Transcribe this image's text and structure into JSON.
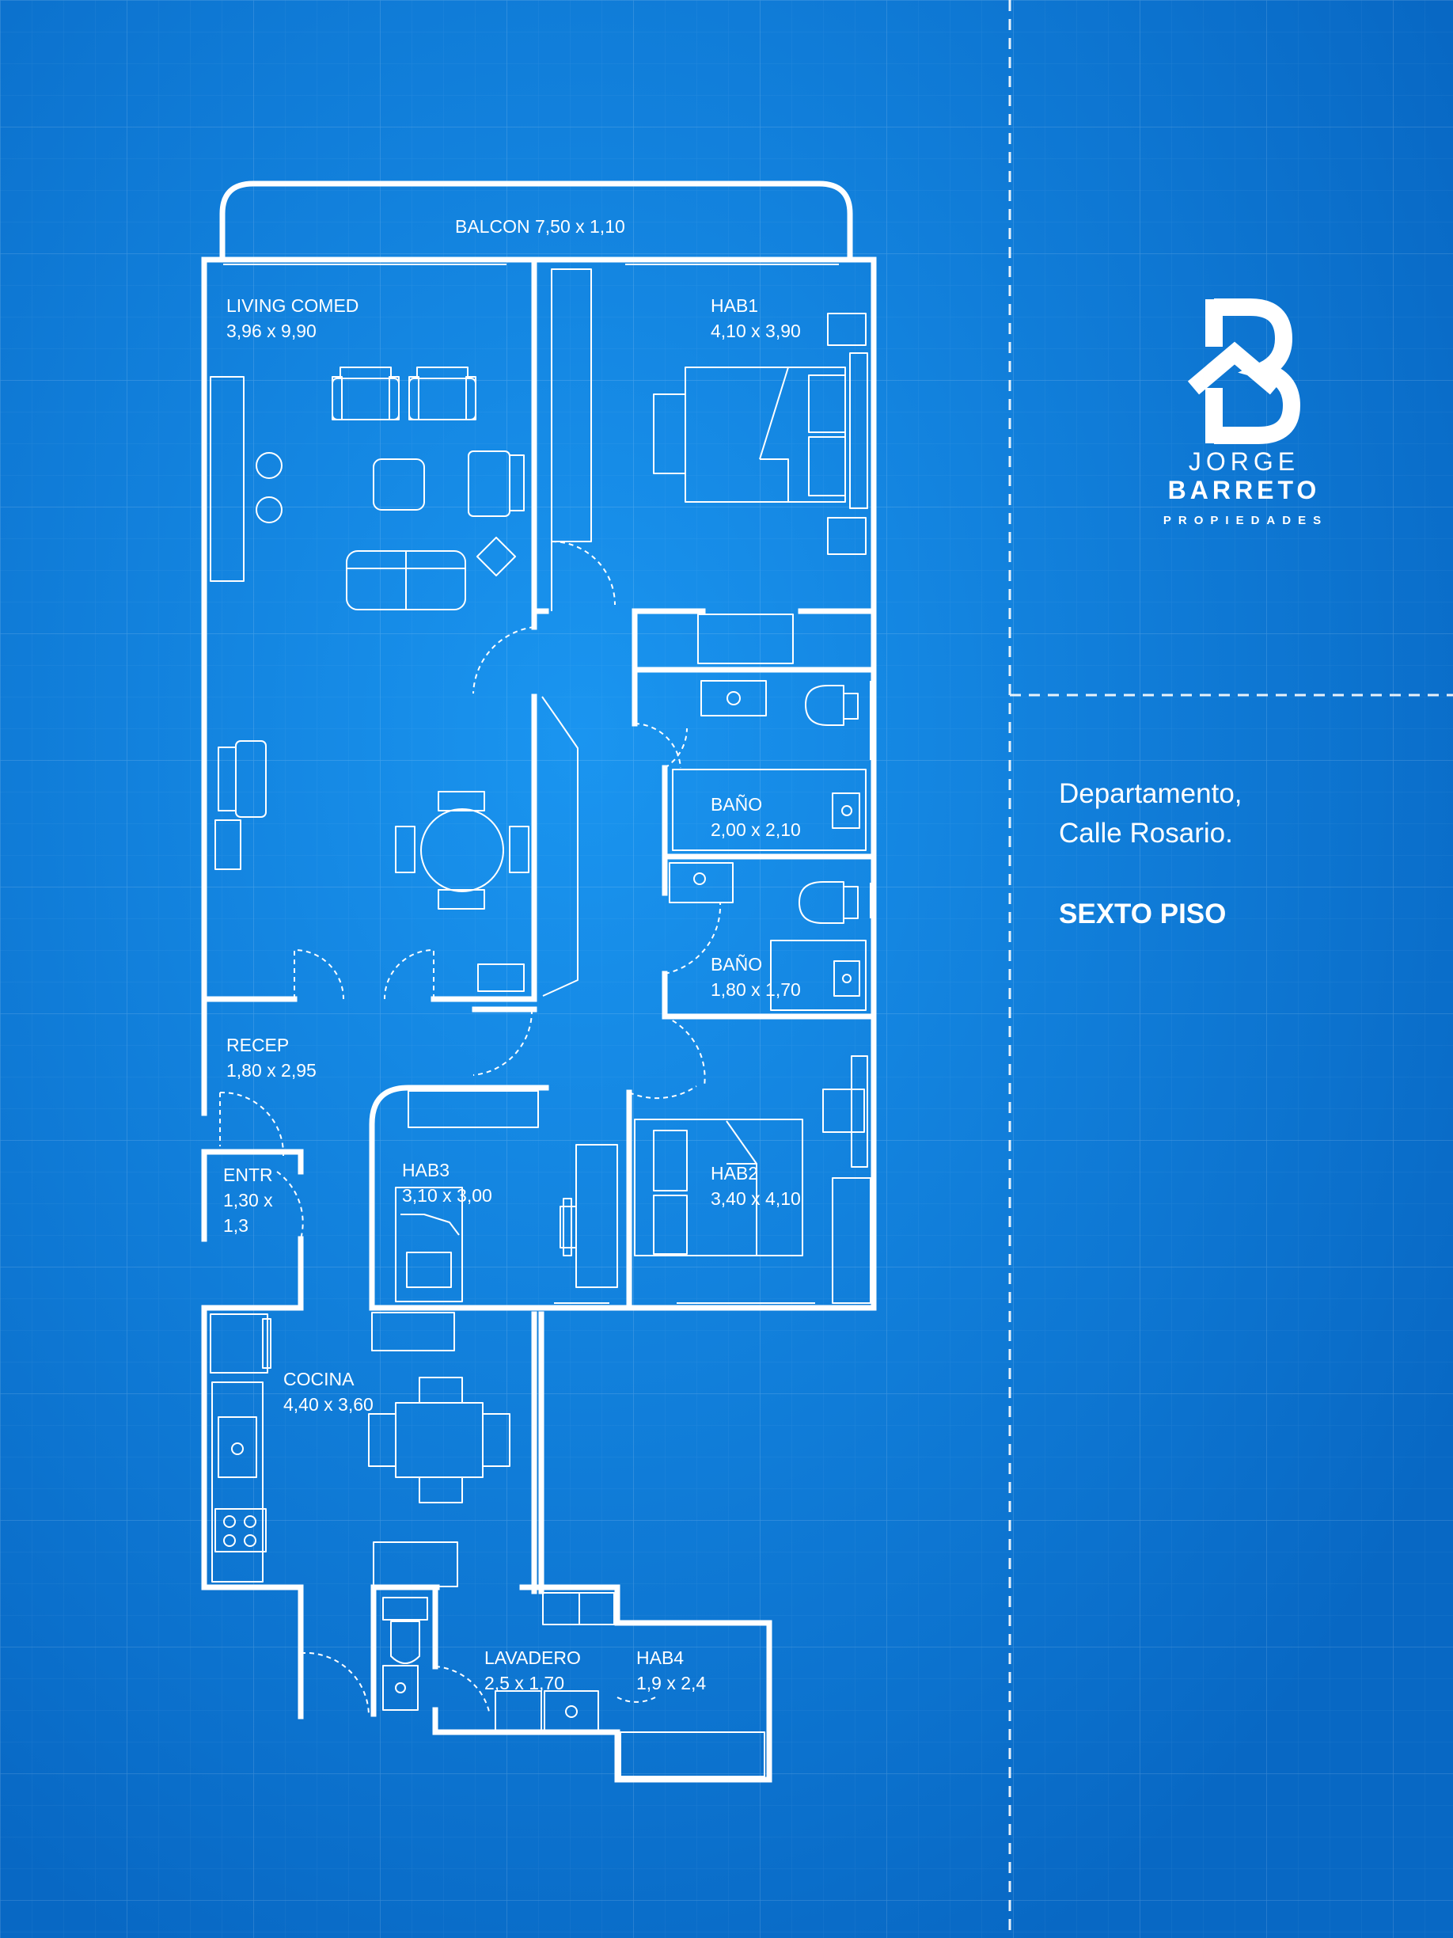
{
  "rooms": {
    "balcon": "BALCON 7,50 x 1,10",
    "living": {
      "name": "LIVING COMED",
      "size": "3,96 x 9,90"
    },
    "hab1": {
      "name": "HAB1",
      "size": "4,10 x 3,90"
    },
    "bano1": {
      "name": "BAÑO",
      "size": "2,00 x 2,10"
    },
    "bano2": {
      "name": "BAÑO",
      "size": "1,80 x 1,70"
    },
    "recep": {
      "name": "RECEP",
      "size": "1,80 x 2,95"
    },
    "entr": {
      "name": "ENTR",
      "size_line1": "1,30 x",
      "size_line2": "1,3"
    },
    "hab3": {
      "name": "HAB3",
      "size": "3,10 x 3,00"
    },
    "hab2": {
      "name": "HAB2",
      "size": "3,40 x 4,10"
    },
    "cocina": {
      "name": "COCINA",
      "size": "4,40 x 3,60"
    },
    "lavadero": {
      "name": "LAVADERO",
      "size": "2,5 x 1,70"
    },
    "hab4": {
      "name": "HAB4",
      "size": "1,9 x 2,4"
    }
  },
  "brand": {
    "line1": "JORGE",
    "line2": "BARRETO",
    "line3": "PROPIEDADES"
  },
  "info": {
    "title_line1": "Departamento,",
    "title_line2": "Calle Rosario.",
    "floor": "SEXTO PISO"
  },
  "colors": {
    "background": "#0a78d6",
    "lines": "#ffffff"
  }
}
